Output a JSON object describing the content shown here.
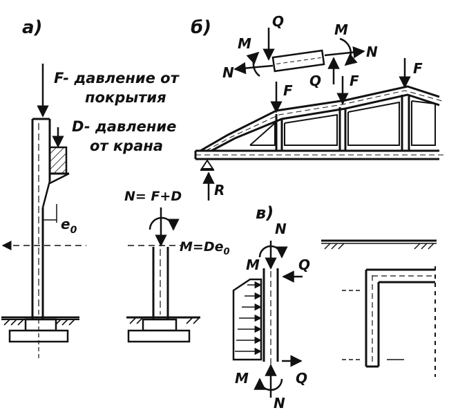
{
  "panels": {
    "a": {
      "tag": "а)",
      "force_f": "F- давление от",
      "force_f_2": "покрытия",
      "force_d": "D- давление",
      "force_d_2": "от крана",
      "eccentricity": "e",
      "eccentricity_sub": "0"
    },
    "a2": {
      "equation_n": "N= F+D",
      "equation_m": "M=De",
      "equation_m_sub": "0"
    },
    "b": {
      "tag": "б)",
      "q_top": "Q",
      "m_left": "M",
      "m_right": "M",
      "n_left": "N",
      "n_right": "N",
      "q_bottom": "Q",
      "f1": "F",
      "f2": "F",
      "f3": "F",
      "reaction": "R"
    },
    "v": {
      "tag": "в)",
      "n_top": "N",
      "m_top": "M",
      "q_top": "Q",
      "m_bottom": "M",
      "q_bottom": "Q",
      "n_bottom": "N"
    }
  }
}
